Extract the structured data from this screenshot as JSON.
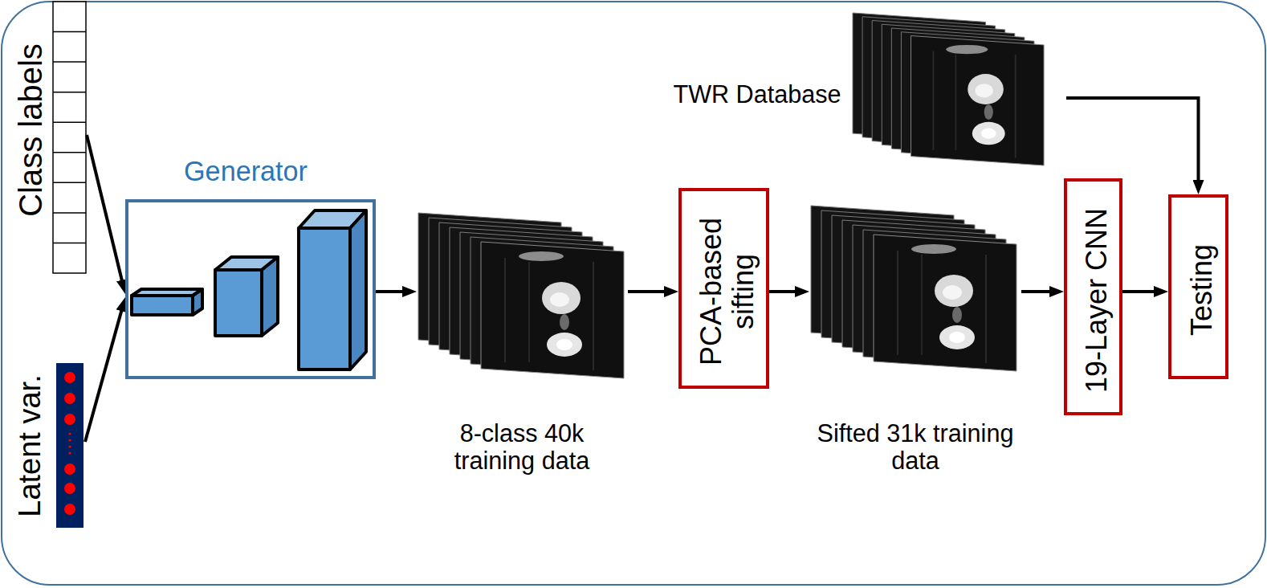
{
  "diagram": {
    "nodes": [
      {
        "text": [
          "Class labels"
        ]
      },
      {
        "text": [
          "Latent var."
        ]
      },
      {
        "text": [
          "Generator"
        ]
      },
      {
        "text": [
          "8-class 40k training data"
        ]
      },
      {
        "text": [
          "PCA-based sifting"
        ]
      },
      {
        "text": [
          "Sifted 31k training data"
        ]
      },
      {
        "text": [
          "19-Layer CNN"
        ]
      },
      {
        "text": [
          "Testing"
        ]
      },
      {
        "text": [
          "TWR Database"
        ]
      }
    ],
    "edges": [
      {
        "from": 0,
        "to": 2,
        "arrow": "to"
      },
      {
        "from": 1,
        "to": 2,
        "arrow": "to"
      },
      {
        "from": 2,
        "to": 3,
        "arrow": "to"
      },
      {
        "from": 3,
        "to": 4,
        "arrow": "to"
      },
      {
        "from": 4,
        "to": 5,
        "arrow": "to"
      },
      {
        "from": 5,
        "to": 6,
        "arrow": "to"
      },
      {
        "from": 6,
        "to": 7,
        "arrow": "to"
      },
      {
        "from": 8,
        "to": 7,
        "arrow": "to"
      }
    ]
  }
}
